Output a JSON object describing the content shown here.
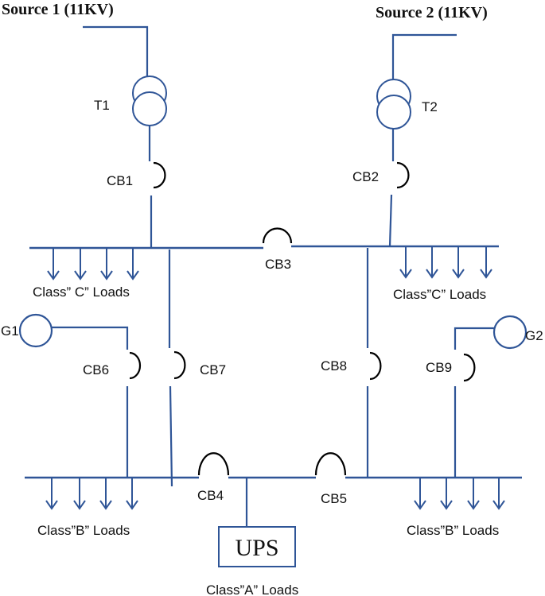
{
  "sources": {
    "s1": "Source 1 (11KV)",
    "s2": "Source 2 (11KV)"
  },
  "transformers": {
    "t1": "T1",
    "t2": "T2"
  },
  "breakers": {
    "cb1": "CB1",
    "cb2": "CB2",
    "cb3": "CB3",
    "cb4": "CB4",
    "cb5": "CB5",
    "cb6": "CB6",
    "cb7": "CB7",
    "cb8": "CB8",
    "cb9": "CB9"
  },
  "generators": {
    "g1": "G1",
    "g2": "G2"
  },
  "loads": {
    "c_left": "Class” C” Loads",
    "c_right": "Class”C”  Loads",
    "b_left": "Class”B”  Loads",
    "b_right": "Class”B”  Loads",
    "a": "Class”A” Loads"
  },
  "ups": "UPS",
  "colors": {
    "line": "#2f5597",
    "breaker": "#000000"
  }
}
